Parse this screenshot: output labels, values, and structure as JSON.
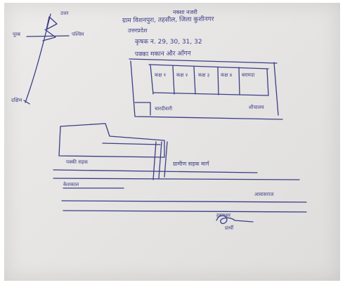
{
  "header": {
    "top_word": "नक्शा नजरी",
    "line1": "ग्राम विशनपुरा, तहसील, जिला कुशीनगर",
    "line2": "उत्तरप्रदेश",
    "line3": "कृषक न. 29, 30, 31, 32",
    "line4": "पक्का मकान और आँगन"
  },
  "compass": {
    "north": "उत्तर",
    "west": "पूरब",
    "east": "पश्चिम",
    "south": "दक्षिण"
  },
  "plot": {
    "rooms": [
      "कक्ष १",
      "कक्ष २",
      "कक्ष ३",
      "कक्ष ४",
      "बरामदा"
    ],
    "left_label": "चारदीवारी",
    "right_label": "शौचालय"
  },
  "road": {
    "left_label": "पक्की सड़क",
    "center_label": "ग्रामीण सड़क मार्ग"
  },
  "lower": {
    "left_label": "केशकाल",
    "right_label": "आवासराज"
  },
  "signature": {
    "name": "हस्ताक्षर",
    "caption": "प्रार्थी"
  },
  "colors": {
    "ink": "#3c3d86",
    "paper": "#e8e7e6"
  }
}
